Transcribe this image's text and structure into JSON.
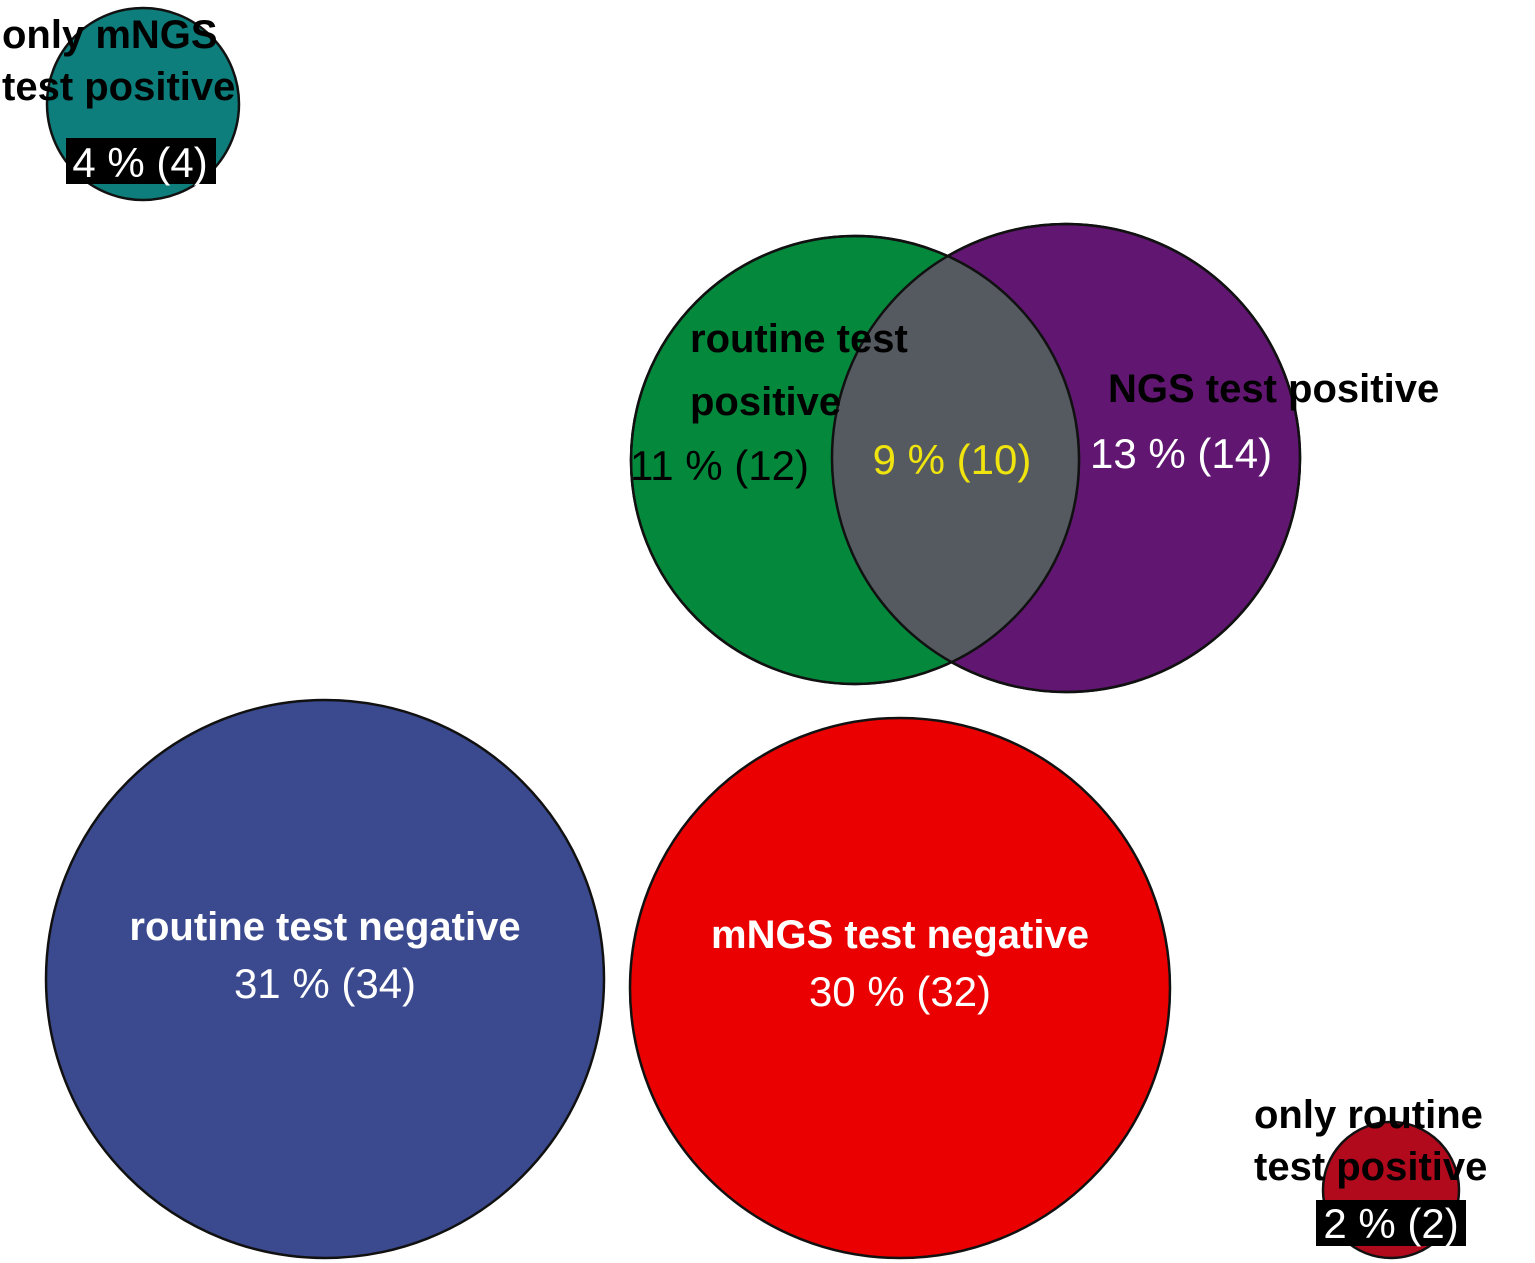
{
  "diagram": {
    "only_mngs": {
      "label_line1": "only mNGS",
      "label_line2": "test positive",
      "value": "4 % (4)",
      "fill": "#0d7e7c"
    },
    "routine_positive": {
      "label_line1": "routine test",
      "label_line2": "positive",
      "value": "11 % (12)",
      "fill": "#04893c"
    },
    "ngs_positive": {
      "label": "NGS test  positive",
      "value": "13 % (14)",
      "fill": "#611772"
    },
    "overlap": {
      "value": "9 % (10)",
      "fill": "#555a60",
      "value_color": "#f0e40e"
    },
    "routine_negative": {
      "label": "routine test  negative",
      "value": "31 % (34)",
      "fill": "#3b4a8f"
    },
    "mngs_negative": {
      "label": "mNGS test  negative",
      "value": "30 % (32)",
      "fill": "#ea0000"
    },
    "only_routine": {
      "label_line1": "only routine",
      "label_line2": "test  positive",
      "value": "2 % (2)",
      "fill": "#b10a1c"
    }
  }
}
